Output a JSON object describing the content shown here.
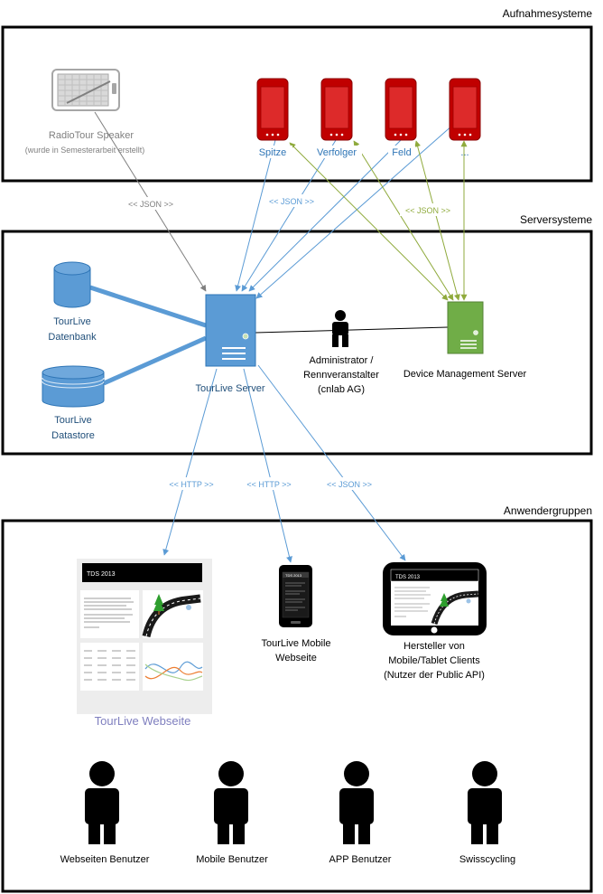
{
  "sections": {
    "aufnahme": "Aufnahmesysteme",
    "server": "Serversysteme",
    "anwender": "Anwendergruppen"
  },
  "speaker": {
    "label": "RadioTour Speaker",
    "note": "(wurde in Semesterarbeit erstellt)"
  },
  "phones": [
    {
      "label": "Spitze"
    },
    {
      "label": "Verfolger"
    },
    {
      "label": "Feld"
    },
    {
      "label": "..."
    }
  ],
  "connectors": {
    "json": "<< JSON >>",
    "http": "<< HTTP >>"
  },
  "servers": {
    "datenbank_line1": "TourLive",
    "datenbank_line2": "Datenbank",
    "datastore_line1": "TourLive",
    "datastore_line2": "Datastore",
    "tourlive_server": "TourLive Server",
    "device_management_server": "Device Management Server",
    "admin_line1": "Administrator /",
    "admin_line2": "Rennveranstalter",
    "admin_line3": "(cnlab AG)"
  },
  "clients": {
    "website_title": "TourLive Webseite",
    "website_badge": "TDS 2013",
    "mobile_badge": "TDS 2013",
    "tablet_badge": "TDS 2013",
    "mobile_line1": "TourLive Mobile",
    "mobile_line2": "Webseite",
    "tablet_line1": "Hersteller von",
    "tablet_line2": "Mobile/Tablet Clients",
    "tablet_line3": "(Nutzer der Public API)"
  },
  "users": [
    {
      "label": "Webseiten Benutzer"
    },
    {
      "label": "Mobile Benutzer"
    },
    {
      "label": "APP Benutzer"
    },
    {
      "label": "Swisscycling"
    }
  ],
  "colors": {
    "blue": "#5B9BD5",
    "green": "#70AD47",
    "red": "#C00000",
    "grey": "#A6A6A6",
    "arrow_green": "#8FAA3C"
  }
}
